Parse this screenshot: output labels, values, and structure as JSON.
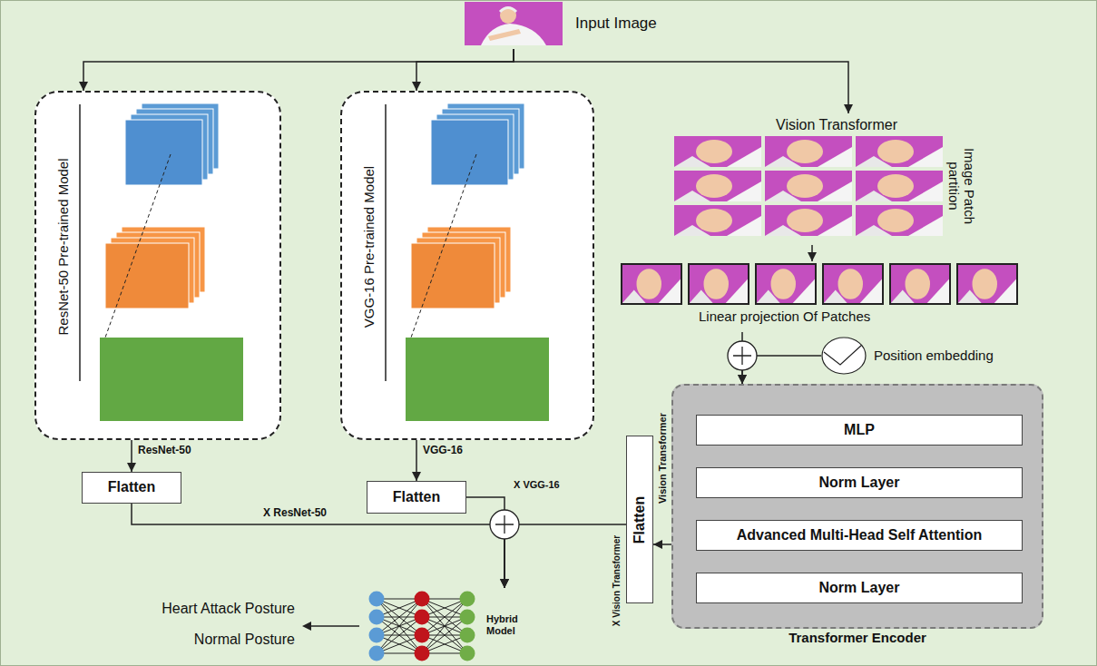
{
  "diagram": {
    "nodes": [
      {
        "text": [
          "Input Image"
        ]
      },
      {
        "text": [
          "ResNet-50 Pre-trained Model"
        ]
      },
      {
        "text": [
          "VGG-16 Pre-trained Model"
        ]
      },
      {
        "text": [
          "Flatten"
        ]
      },
      {
        "text": [
          "Flatten"
        ]
      },
      {
        "text": [
          "Vision Transformer",
          "Image Patch partition"
        ]
      },
      {
        "text": [
          "Linear projection Of Patches"
        ]
      },
      {
        "text": [
          "Position embedding"
        ]
      },
      {
        "text": [
          "Transformer Encoder"
        ]
      },
      {
        "text": [
          "MLP"
        ],
        "in": 8
      },
      {
        "text": [
          "Norm Layer"
        ],
        "in": 8
      },
      {
        "text": [
          "Advanced Multi-Head Self Attention"
        ],
        "in": 8
      },
      {
        "text": [
          "Norm Layer"
        ],
        "in": 8
      },
      {
        "text": [
          "Flatten"
        ]
      },
      {
        "text": [
          "Hybrid Model"
        ]
      }
    ],
    "edges": [
      {
        "from": 0,
        "to": 1,
        "arrow": "to"
      },
      {
        "from": 0,
        "to": 2,
        "arrow": "to"
      },
      {
        "from": 0,
        "to": 5,
        "arrow": "to"
      },
      {
        "from": 1,
        "to": 3,
        "label": "ResNet-50",
        "arrow": "to"
      },
      {
        "from": 2,
        "to": 4,
        "label": "VGG-16",
        "arrow": "to"
      },
      {
        "from": 5,
        "to": 6,
        "arrow": "to"
      },
      {
        "from": 6,
        "to": 8,
        "arrow": "to"
      },
      {
        "from": 7,
        "to": 8,
        "arrow": "to"
      },
      {
        "from": 8,
        "to": 13,
        "label": "Vision Transformer",
        "arrow": "to"
      },
      {
        "from": 3,
        "to": 14,
        "label": "X ResNet-50",
        "arrow": "to"
      },
      {
        "from": 4,
        "to": 14,
        "label": "X VGG-16",
        "arrow": "to"
      },
      {
        "from": 13,
        "to": 14,
        "label": "X Vision Transformer",
        "arrow": "to"
      }
    ],
    "labels": [
      "Heart Attack Posture",
      "Normal Posture"
    ]
  }
}
